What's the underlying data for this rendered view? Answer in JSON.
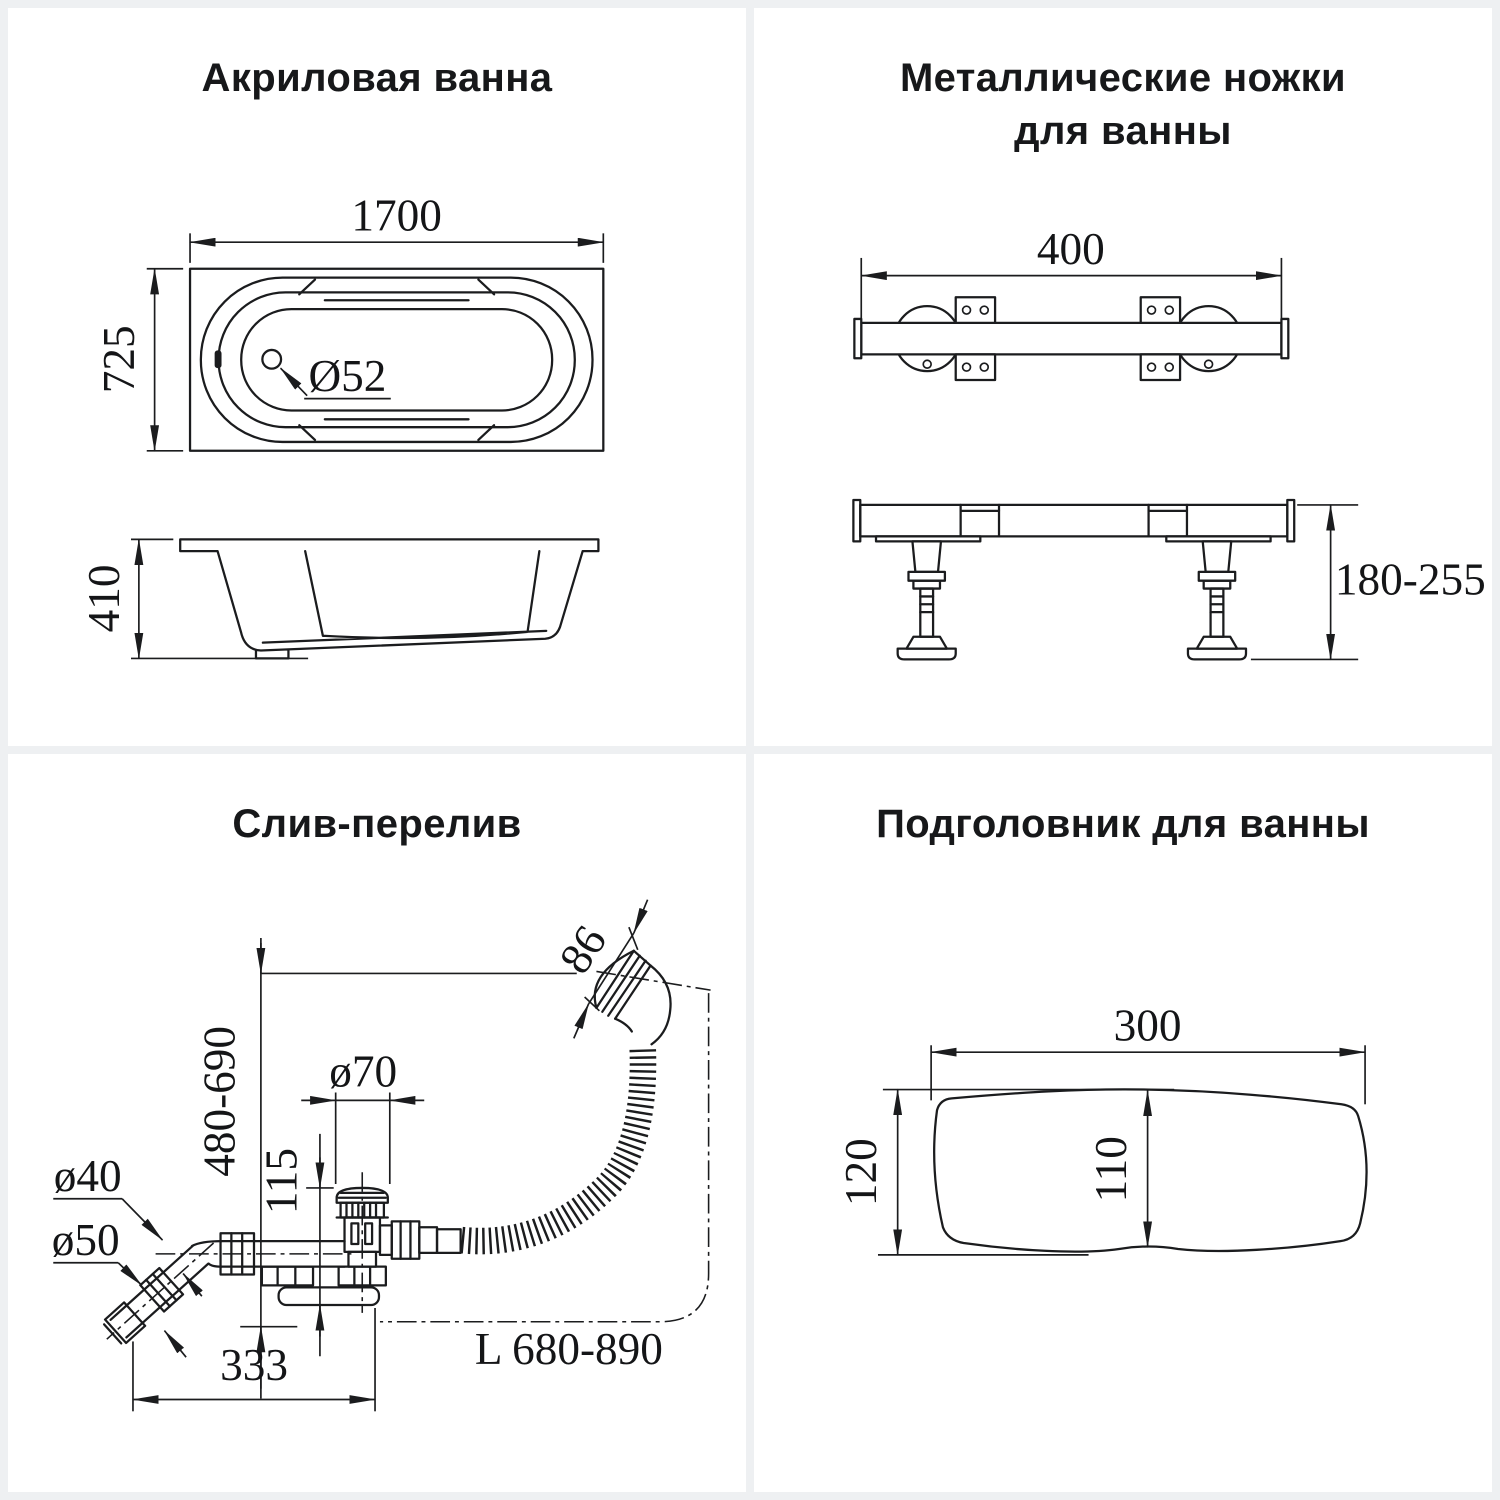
{
  "colors": {
    "page_background": "#eef0f2",
    "panel_background": "#ffffff",
    "line": "#1b1c1e"
  },
  "panels": {
    "bathtub": {
      "title": "Акриловая ванна",
      "length": "1700",
      "width": "725",
      "drain_diameter": "Ø52",
      "side_height": "410"
    },
    "legs": {
      "title_line1": "Металлические ножки",
      "title_line2": "для ванны",
      "length": "400",
      "height_range": "180-255"
    },
    "overflow": {
      "title": "Слив-перелив",
      "head_size": "86",
      "height_range": "480-690",
      "cap_diameter": "ø70",
      "body_height": "115",
      "pipe_diameter_40": "ø40",
      "pipe_diameter_50": "ø50",
      "base_length": "333",
      "hose_length": "L 680-890"
    },
    "headrest": {
      "title": "Подголовник для ванны",
      "width": "300",
      "height": "120",
      "inner_height": "110"
    }
  }
}
